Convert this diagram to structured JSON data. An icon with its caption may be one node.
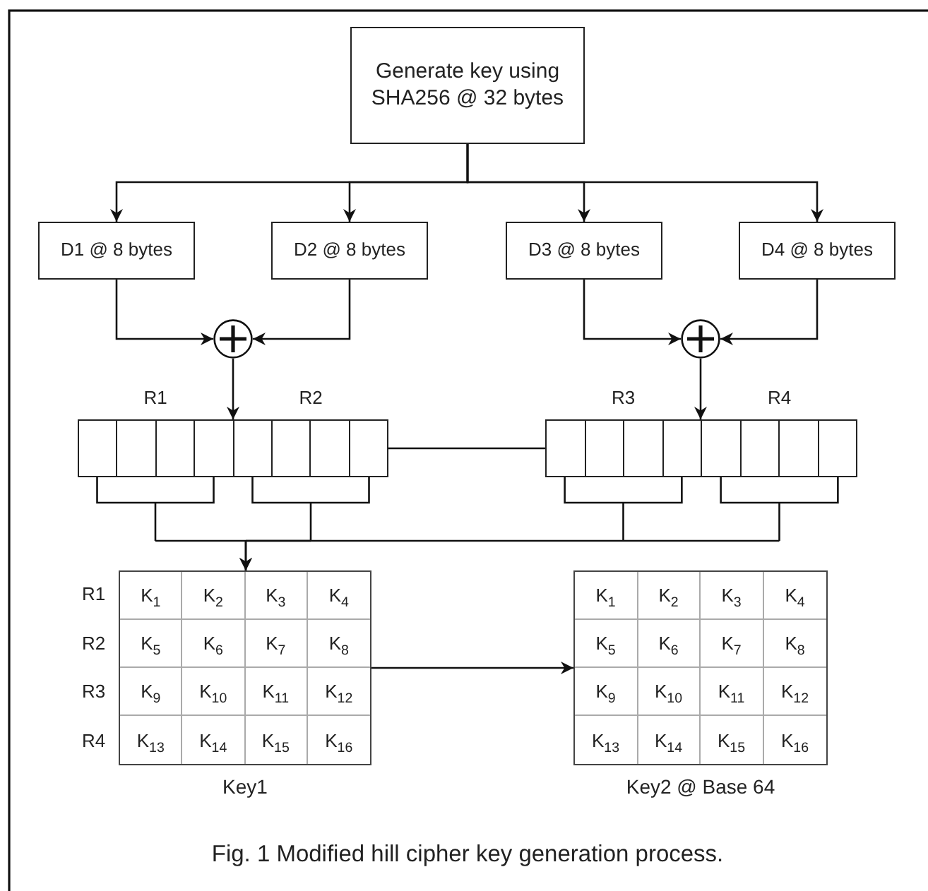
{
  "diagram": {
    "caption": "Fig. 1 Modified hill cipher key generation process.",
    "nodes": [
      {
        "text": [
          "Generate key using SHA256 @ 32 bytes"
        ]
      },
      {
        "text": [
          "D1 @ 8 bytes"
        ]
      },
      {
        "text": [
          "D2 @ 8 bytes"
        ]
      },
      {
        "text": [
          "D3 @ 8 bytes"
        ]
      },
      {
        "text": [
          "D4 @ 8 bytes"
        ]
      },
      {
        "text": [],
        "shape": "circle"
      },
      {
        "text": [],
        "shape": "circle"
      },
      {
        "text": [],
        "shape": "box",
        "beside": [
          "R1",
          "R2"
        ]
      },
      {
        "text": [],
        "shape": "box",
        "beside": [
          "R3",
          "R4"
        ]
      },
      {
        "text": [
          "K$_{1}$",
          "K$_{2}$",
          "K$_{3}$",
          "K$_{4}$",
          "K$_{5}$",
          "K$_{6}$",
          "K$_{7}$",
          "K$_{8}$",
          "K$_{9}$",
          "K$_{10}$",
          "K$_{11}$",
          "K$_{12}$",
          "K$_{13}$",
          "K$_{14}$",
          "K$_{15}$",
          "K$_{16}$",
          "Key1"
        ],
        "beside": [
          "R1",
          "R2",
          "R3",
          "R4"
        ]
      },
      {
        "text": [
          "K$_{1}$",
          "K$_{2}$",
          "K$_{3}$",
          "K$_{4}$",
          "K$_{5}$",
          "K$_{6}$",
          "K$_{7}$",
          "K$_{8}$",
          "K$_{9}$",
          "K$_{10}$",
          "K$_{11}$",
          "K$_{12}$",
          "K$_{13}$",
          "K$_{14}$",
          "K$_{15}$",
          "K$_{16}$",
          "Key2 @ Base 64"
        ]
      }
    ],
    "edges": [
      {
        "from": 0,
        "to": 1,
        "arrow": "to"
      },
      {
        "from": 0,
        "to": 2,
        "arrow": "to"
      },
      {
        "from": 0,
        "to": 3,
        "arrow": "to"
      },
      {
        "from": 0,
        "to": 4,
        "arrow": "to"
      },
      {
        "from": 1,
        "to": 5,
        "arrow": "to"
      },
      {
        "from": 2,
        "to": 5,
        "arrow": "to"
      },
      {
        "from": 3,
        "to": 6,
        "arrow": "to"
      },
      {
        "from": 4,
        "to": 6,
        "arrow": "to"
      },
      {
        "from": 5,
        "to": 7,
        "arrow": "to"
      },
      {
        "from": 6,
        "to": 8,
        "arrow": "to"
      },
      {
        "from": 7,
        "to": 8,
        "arrow": "none"
      },
      {
        "from": 7,
        "to": 9,
        "arrow": "to"
      },
      {
        "from": 8,
        "to": 9,
        "arrow": "to"
      },
      {
        "from": 9,
        "to": 10,
        "arrow": "to"
      }
    ]
  }
}
